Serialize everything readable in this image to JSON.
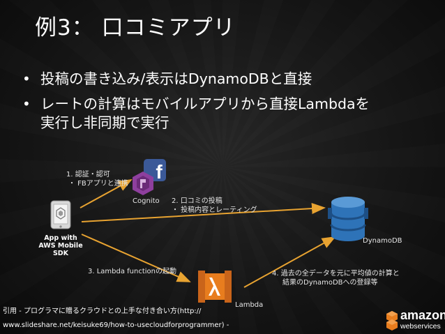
{
  "slide": {
    "title": "例3： 口コミアプリ",
    "bullets": [
      {
        "line1": "投稿の書き込み/表示はDynamoDBと直接",
        "line2": ""
      },
      {
        "line1": "レートの計算はモバイルアプリから直接Lambdaを",
        "line2": "実行し非同期で実行"
      }
    ],
    "bullet_mark": "•"
  },
  "diagram": {
    "app_label": [
      "App with",
      "AWS Mobile",
      "SDK"
    ],
    "cognito_label": "Cognito",
    "dynamodb_label": "DynamoDB",
    "lambda_label": "Lambda",
    "step1": [
      "1. 認証・認可",
      "・ FBアプリと連携"
    ],
    "step2": [
      "2. 口コミの投稿",
      "・ 投稿内容とレーティング"
    ],
    "step3": "3. Lambda functionの起動",
    "step4": [
      "4. 過去の全データを元に平均値の計算と",
      "結果のDynamoDBへの登録等"
    ],
    "arrow_color": "#e8a331",
    "facebook_color": "#3b5998",
    "cognito_color": "#8e3f9e",
    "dynamodb_color": "#2e73b8",
    "lambda_color": "#e87d1e"
  },
  "footer": {
    "credit_line1": "引用 - プログラマに贈るクラウドとの上手な付き合い方(http://",
    "credit_line2": "www.slideshare.net/keisuke69/how-to-usecloudforprogrammer) -",
    "logo_amazon": "amazon",
    "logo_ws": "webservices"
  }
}
